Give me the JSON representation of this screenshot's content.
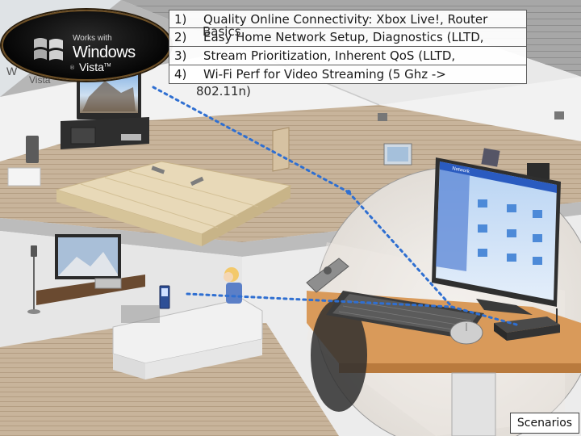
{
  "logo": {
    "line1": "Works with",
    "line2": "Windows",
    "line3": "Vista",
    "tm": "TM",
    "flag_colors": [
      "#f25022",
      "#7fba00",
      "#00a4ef",
      "#ffb900"
    ]
  },
  "features": [
    {
      "num": "1)",
      "text": "Quality Online Connectivity: Xbox Live!, Router"
    },
    {
      "num": "2)",
      "text": "Easy Home Network Setup, Diagnostics (LLTD,"
    },
    {
      "num": "3)",
      "text": "Stream Prioritization, Inherent QoS (LLTD,"
    },
    {
      "num": "4)",
      "text": "Wi-Fi Perf for Video Streaming (5 Ghz ->"
    }
  ],
  "overflow": {
    "basics": "Basics",
    "wireless": "802.11n)"
  },
  "ghost": {
    "vista": "Vista",
    "windows_w": "W"
  },
  "corner_label": "Scenarios",
  "colors": {
    "connection_dots": "#2f6fd1",
    "wall": "#f1f1f1",
    "floor": "#c7b39b",
    "desk": "#d99a5a",
    "roof": "#9c9c9c"
  },
  "icons": [
    "windows-flag-icon",
    "speaker-icon",
    "television-icon",
    "monitor-icon",
    "remote-icon",
    "keyboard-icon",
    "mouse-icon",
    "router-icon",
    "phone-icon",
    "folder-icon"
  ]
}
